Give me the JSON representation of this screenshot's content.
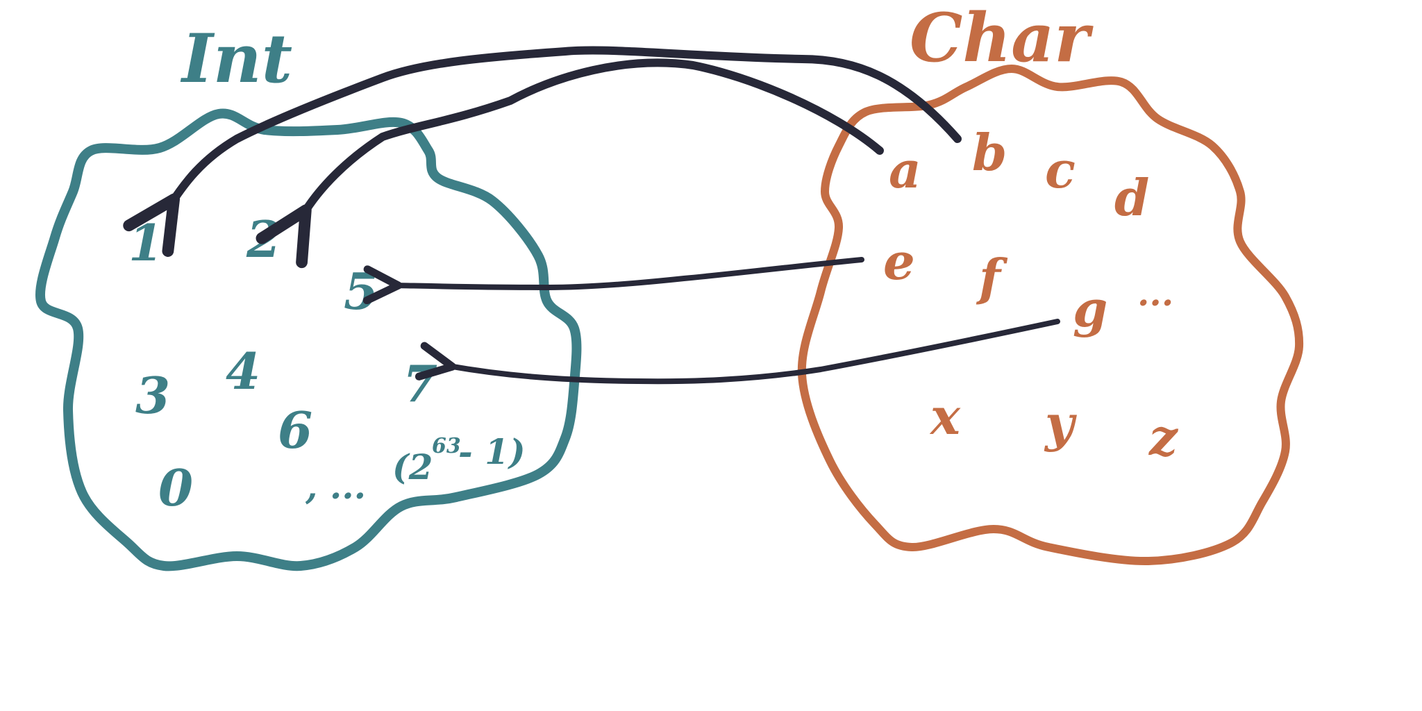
{
  "colors": {
    "int": "#3e7f87",
    "char": "#c46d44",
    "arrow": "#272838"
  },
  "int_set": {
    "title": "Int",
    "elements": [
      "1",
      "2",
      "5",
      "3",
      "4",
      "7",
      "6",
      "0",
      ", ...",
      "(2",
      "63",
      "- 1)"
    ]
  },
  "char_set": {
    "title": "Char",
    "elements": [
      "a",
      "b",
      "c",
      "d",
      "e",
      "f",
      "g",
      "...",
      "x",
      "y",
      "z"
    ]
  },
  "mappings": [
    {
      "from": "b",
      "to": "1"
    },
    {
      "from": "a",
      "to": "2"
    },
    {
      "from": "e",
      "to": "5"
    },
    {
      "from": "g",
      "to": "7"
    }
  ]
}
